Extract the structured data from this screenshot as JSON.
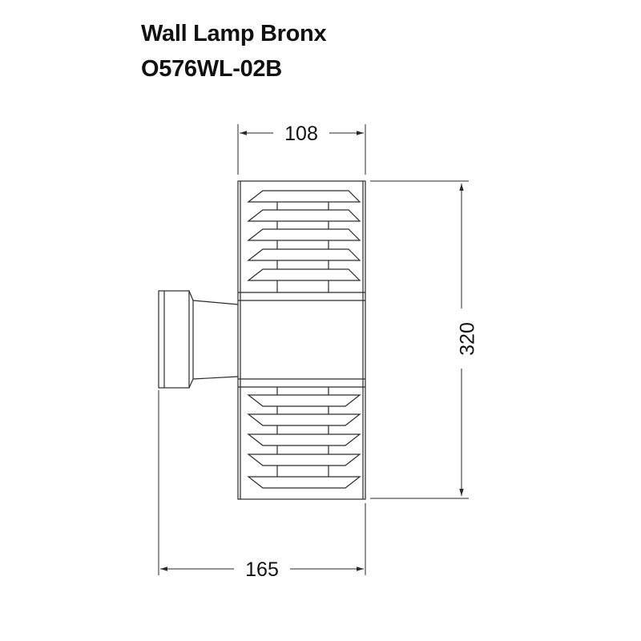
{
  "title": {
    "line1": "Wall Lamp Bronx",
    "line2": "O576WL-02B"
  },
  "dimensions": {
    "width_top": "108",
    "height": "320",
    "width_bottom": "165"
  },
  "colors": {
    "line": "#2a2a2a",
    "text": "#111111"
  }
}
